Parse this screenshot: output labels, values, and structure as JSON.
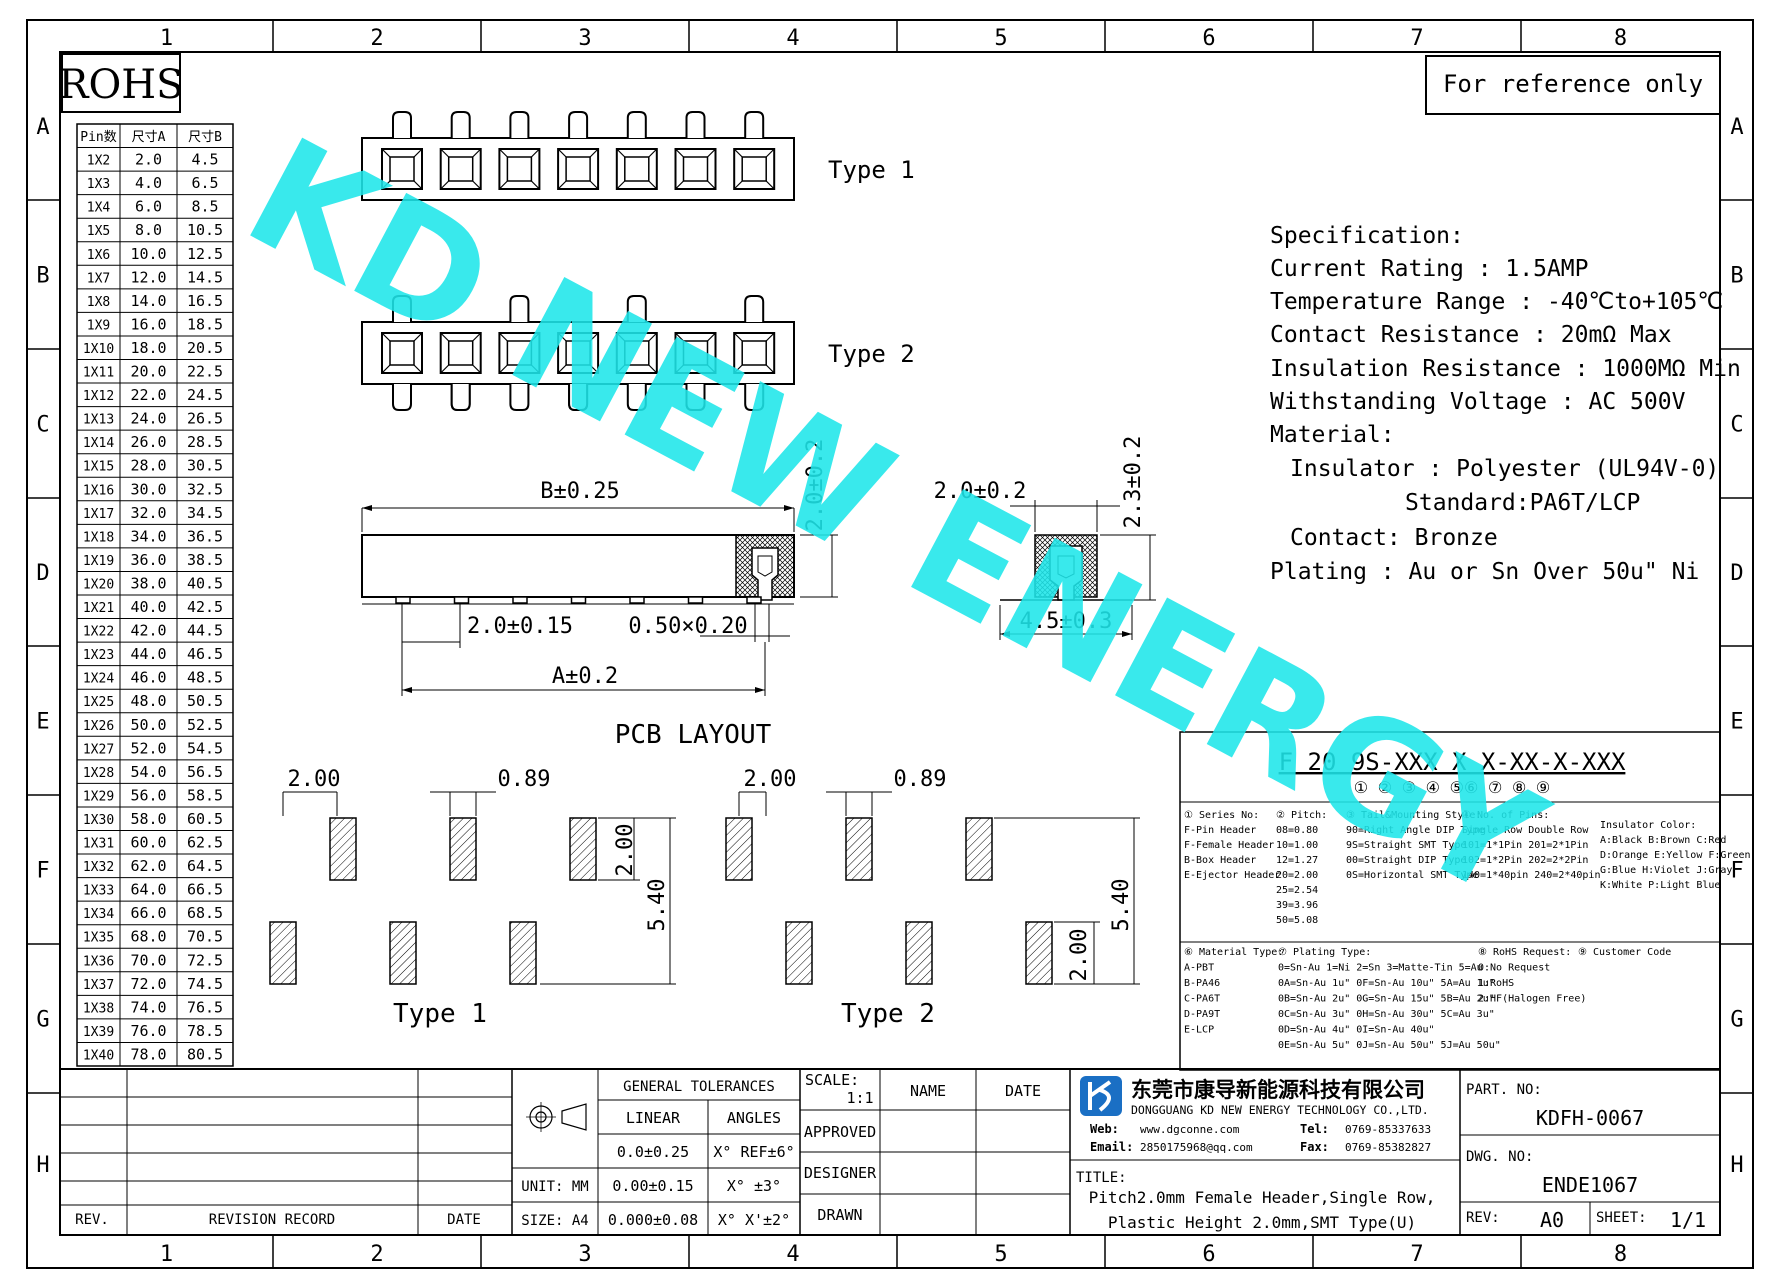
{
  "grid": {
    "cols": [
      "1",
      "2",
      "3",
      "4",
      "5",
      "6",
      "7",
      "8"
    ],
    "rows": [
      "A",
      "B",
      "C",
      "D",
      "E",
      "F",
      "G",
      "H"
    ]
  },
  "rohs": "ROHS",
  "reference_note": "For reference only",
  "watermark": "KD NEW ENERGY",
  "pin_table": {
    "headers": [
      "Pin数",
      "尺寸A",
      "尺寸B"
    ],
    "rows": [
      [
        "1X2",
        "2.0",
        "4.5"
      ],
      [
        "1X3",
        "4.0",
        "6.5"
      ],
      [
        "1X4",
        "6.0",
        "8.5"
      ],
      [
        "1X5",
        "8.0",
        "10.5"
      ],
      [
        "1X6",
        "10.0",
        "12.5"
      ],
      [
        "1X7",
        "12.0",
        "14.5"
      ],
      [
        "1X8",
        "14.0",
        "16.5"
      ],
      [
        "1X9",
        "16.0",
        "18.5"
      ],
      [
        "1X10",
        "18.0",
        "20.5"
      ],
      [
        "1X11",
        "20.0",
        "22.5"
      ],
      [
        "1X12",
        "22.0",
        "24.5"
      ],
      [
        "1X13",
        "24.0",
        "26.5"
      ],
      [
        "1X14",
        "26.0",
        "28.5"
      ],
      [
        "1X15",
        "28.0",
        "30.5"
      ],
      [
        "1X16",
        "30.0",
        "32.5"
      ],
      [
        "1X17",
        "32.0",
        "34.5"
      ],
      [
        "1X18",
        "34.0",
        "36.5"
      ],
      [
        "1X19",
        "36.0",
        "38.5"
      ],
      [
        "1X20",
        "38.0",
        "40.5"
      ],
      [
        "1X21",
        "40.0",
        "42.5"
      ],
      [
        "1X22",
        "42.0",
        "44.5"
      ],
      [
        "1X23",
        "44.0",
        "46.5"
      ],
      [
        "1X24",
        "46.0",
        "48.5"
      ],
      [
        "1X25",
        "48.0",
        "50.5"
      ],
      [
        "1X26",
        "50.0",
        "52.5"
      ],
      [
        "1X27",
        "52.0",
        "54.5"
      ],
      [
        "1X28",
        "54.0",
        "56.5"
      ],
      [
        "1X29",
        "56.0",
        "58.5"
      ],
      [
        "1X30",
        "58.0",
        "60.5"
      ],
      [
        "1X31",
        "60.0",
        "62.5"
      ],
      [
        "1X32",
        "62.0",
        "64.5"
      ],
      [
        "1X33",
        "64.0",
        "66.5"
      ],
      [
        "1X34",
        "66.0",
        "68.5"
      ],
      [
        "1X35",
        "68.0",
        "70.5"
      ],
      [
        "1X36",
        "70.0",
        "72.5"
      ],
      [
        "1X37",
        "72.0",
        "74.5"
      ],
      [
        "1X38",
        "74.0",
        "76.5"
      ],
      [
        "1X39",
        "76.0",
        "78.5"
      ],
      [
        "1X40",
        "78.0",
        "80.5"
      ]
    ]
  },
  "views": {
    "type1": "Type 1",
    "type2": "Type 2",
    "dim_b": "B±0.25",
    "dim_height": "2.0±0.2",
    "dim_pitch": "2.0±0.15",
    "dim_pin": "0.50×0.20",
    "dim_a": "A±0.2",
    "dim_side_width": "2.0±0.2",
    "dim_side_height": "2.3±0.2",
    "dim_side_foot": "4.5±0.3"
  },
  "spec": {
    "lines": [
      "Specification:",
      "Current Rating : 1.5AMP",
      "Temperature Range : -40℃to+105℃",
      "Contact Resistance : 20mΩ Max",
      "Insulation Resistance : 1000MΩ Min",
      "Withstanding Voltage : AC 500V",
      "Material:",
      "Insulator : Polyester (UL94V-0)",
      "Standard:PA6T/LCP",
      "Contact: Bronze",
      "Plating : Au or Sn Over 50u\" Ni"
    ]
  },
  "pcb": {
    "title": "PCB LAYOUT",
    "dim_200": "2.00",
    "dim_089": "0.89",
    "dim_540": "5.40",
    "type1": "Type 1",
    "type2": "Type 2"
  },
  "part_code": {
    "code": "F 20 9S-XXX X X-XX-X-XXX",
    "markers": "① ② ③ ④ ⑤⑥ ⑦ ⑧ ⑨",
    "sec1": [
      "① Series No:",
      "F-Pin Header",
      "F-Female Header",
      "B-Box Header",
      "E-Ejector Header"
    ],
    "sec2": [
      "② Pitch:",
      "08=0.80",
      "10=1.00",
      "12=1.27",
      "20=2.00",
      "25=2.54",
      "39=3.96",
      "50=5.08"
    ],
    "sec3": [
      "③ Tail&Mounting Style:",
      "90=Right Angle DIP Type",
      "9S=Straight SMT Type",
      "00=Straight DIP Type",
      "0S=Horizontal SMT Type"
    ],
    "sec4": [
      "④ No. of Pins:",
      "Single Row  Double Row",
      "101=1*1Pin  201=2*1Pin",
      "102=1*2Pin  202=2*2Pin",
      "140=1*40pin  240=2*40pin"
    ],
    "sec5": [
      "Insulator Color:",
      "A:Black  B:Brown  C:Red",
      "D:Orange E:Yellow F:Green",
      "G:Blue  H:Violet J:Gray",
      "K:White  P:Light Blue"
    ],
    "sec6": [
      "⑥ Material Type:",
      "A-PBT",
      "B-PA46",
      "C-PA6T",
      "D-PA9T",
      "E-LCP"
    ],
    "sec7": [
      "⑦ Plating Type:",
      "0=Sn-Au 1=Ni 2=Sn 3=Matte-Tin 5=Au",
      "0A=Sn-Au 1u\" 0F=Sn-Au 10u\" 5A=Au 1u\"",
      "0B=Sn-Au 2u\" 0G=Sn-Au 15u\" 5B=Au 2u\"",
      "0C=Sn-Au 3u\" 0H=Sn-Au 30u\" 5C=Au 3u\"",
      "0D=Sn-Au 4u\" 0I=Sn-Au 40u\"",
      "0E=Sn-Au 5u\" 0J=Sn-Au 50u\" 5J=Au 50u\""
    ],
    "sec8": [
      "⑧ RoHS Request:",
      "0:No Request",
      "1:RoHS",
      "2:HF(Halogen Free)"
    ],
    "sec9": [
      "⑨ Customer Code"
    ]
  },
  "title_block": {
    "rev": "REV.",
    "revision_record": "REVISION RECORD",
    "date": "DATE",
    "general_tolerances": "GENERAL TOLERANCES",
    "linear": "LINEAR",
    "angles": "ANGLES",
    "tol_lin_1": "0.0±0.25",
    "tol_lin_2": "0.00±0.15",
    "tol_lin_3": "0.000±0.08",
    "tol_ang_1": "X° REF±6°",
    "tol_ang_2": "X° ±3°",
    "tol_ang_3": "X° X'±2°",
    "unit": "UNIT: MM",
    "size": "SIZE: A4",
    "scale_label": "SCALE:",
    "scale_value": "1:1",
    "name": "NAME",
    "date2": "DATE",
    "approved": "APPROVED",
    "designer": "DESIGNER",
    "drawn": "DRAWN",
    "company_cn": "东莞市康导新能源科技有限公司",
    "company_en": "DONGGUANG KD NEW ENERGY TECHNOLOGY CO.,LTD.",
    "web_label": "Web:",
    "web": "www.dgconne.com",
    "tel_label": "Tel:",
    "tel": "0769-85337633",
    "email_label": "Email:",
    "email": "2850175968@qq.com",
    "fax_label": "Fax:",
    "fax": "0769-85382827",
    "title_label": "TITLE:",
    "title_line1": "Pitch2.0mm Female Header,Single Row,",
    "title_line2": "Plastic Height 2.0mm,SMT Type(U)",
    "part_no_label": "PART. NO:",
    "part_no": "KDFH-0067",
    "dwg_no_label": "DWG. NO:",
    "dwg_no": "ENDE1067",
    "rev_label": "REV:",
    "rev_value": "A0",
    "sheet_label": "SHEET:",
    "sheet_value": "1/1"
  },
  "colors": {
    "watermark": "#1ee6ea",
    "logo": "#1a6fc4"
  }
}
